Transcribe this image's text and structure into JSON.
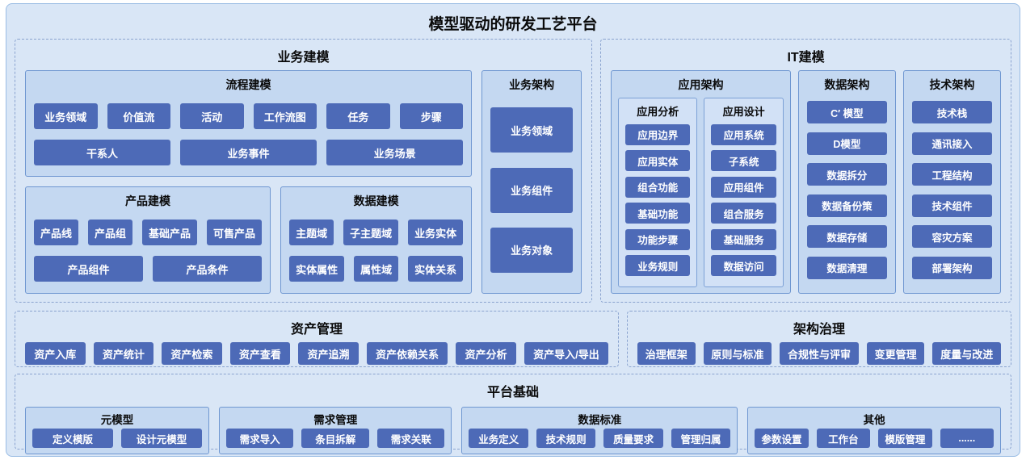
{
  "page_title": "模型驱动的研发工艺平台",
  "colors": {
    "panel_bg": "#d9e6f6",
    "box_bg": "#c4d8f1",
    "subbox_bg": "#d2e1f6",
    "button_bg": "#4d6ab7",
    "button_text": "#ffffff",
    "border": "#6f97d1"
  },
  "business_modeling": {
    "title": "业务建模",
    "process": {
      "title": "流程建模",
      "row1": [
        "业务领域",
        "价值流",
        "活动",
        "工作流图",
        "任务",
        "步骤"
      ],
      "row2": [
        "干系人",
        "业务事件",
        "业务场景"
      ]
    },
    "product": {
      "title": "产品建模",
      "row1": [
        "产品线",
        "产品组",
        "基础产品",
        "可售产品"
      ],
      "row2": [
        "产品组件",
        "产品条件"
      ]
    },
    "data": {
      "title": "数据建模",
      "row1": [
        "主题域",
        "子主题域",
        "业务实体"
      ],
      "row2": [
        "实体属性",
        "属性域",
        "实体关系"
      ]
    },
    "biz_arch": {
      "title": "业务架构",
      "items": [
        "业务领域",
        "业务组件",
        "业务对象"
      ]
    }
  },
  "it_modeling": {
    "title": "IT建模",
    "app_arch": {
      "title": "应用架构",
      "analysis": {
        "title": "应用分析",
        "items": [
          "应用边界",
          "应用实体",
          "组合功能",
          "基础功能",
          "功能步骤",
          "业务规则"
        ]
      },
      "design": {
        "title": "应用设计",
        "items": [
          "应用系统",
          "子系统",
          "应用组件",
          "组合服务",
          "基础服务",
          "数据访问"
        ]
      }
    },
    "data_arch": {
      "title": "数据架构",
      "items": [
        "C′ 模型",
        "D模型",
        "数据拆分",
        "数据备份策",
        "数据存储",
        "数据清理"
      ]
    },
    "tech_arch": {
      "title": "技术架构",
      "items": [
        "技术栈",
        "通讯接入",
        "工程结构",
        "技术组件",
        "容灾方案",
        "部署架构"
      ]
    }
  },
  "asset_management": {
    "title": "资产管理",
    "items": [
      "资产入库",
      "资产统计",
      "资产检索",
      "资产查看",
      "资产追溯",
      "资产依赖关系",
      "资产分析",
      "资产导入/导出"
    ]
  },
  "governance": {
    "title": "架构治理",
    "items": [
      "治理框架",
      "原则与标准",
      "合规性与评审",
      "变更管理",
      "度量与改进"
    ]
  },
  "platform_base": {
    "title": "平台基础",
    "meta_model": {
      "title": "元模型",
      "items": [
        "定义模版",
        "设计元模型"
      ]
    },
    "requirements": {
      "title": "需求管理",
      "items": [
        "需求导入",
        "条目拆解",
        "需求关联"
      ]
    },
    "data_standard": {
      "title": "数据标准",
      "items": [
        "业务定义",
        "技术规则",
        "质量要求",
        "管理归属"
      ]
    },
    "others": {
      "title": "其他",
      "items": [
        "参数设置",
        "工作台",
        "模版管理",
        "......"
      ]
    }
  }
}
